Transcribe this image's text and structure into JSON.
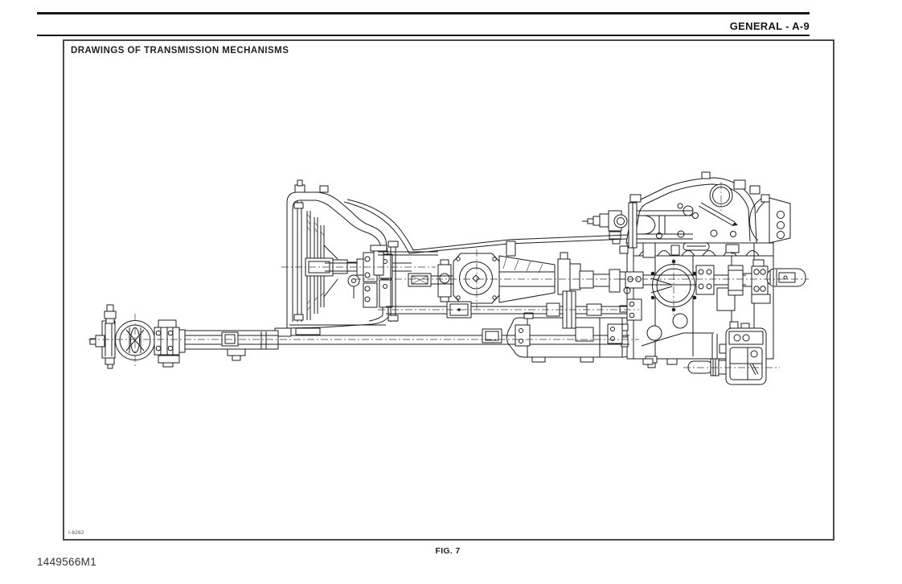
{
  "header": {
    "section_label": "GENERAL - A-9"
  },
  "figure_box": {
    "title": "DRAWINGS OF TRANSMISSION MECHANISMS",
    "drawing_ref": "I-6262"
  },
  "caption": {
    "figure_label": "FIG. 7"
  },
  "footer": {
    "document_number": "1449566M1"
  }
}
